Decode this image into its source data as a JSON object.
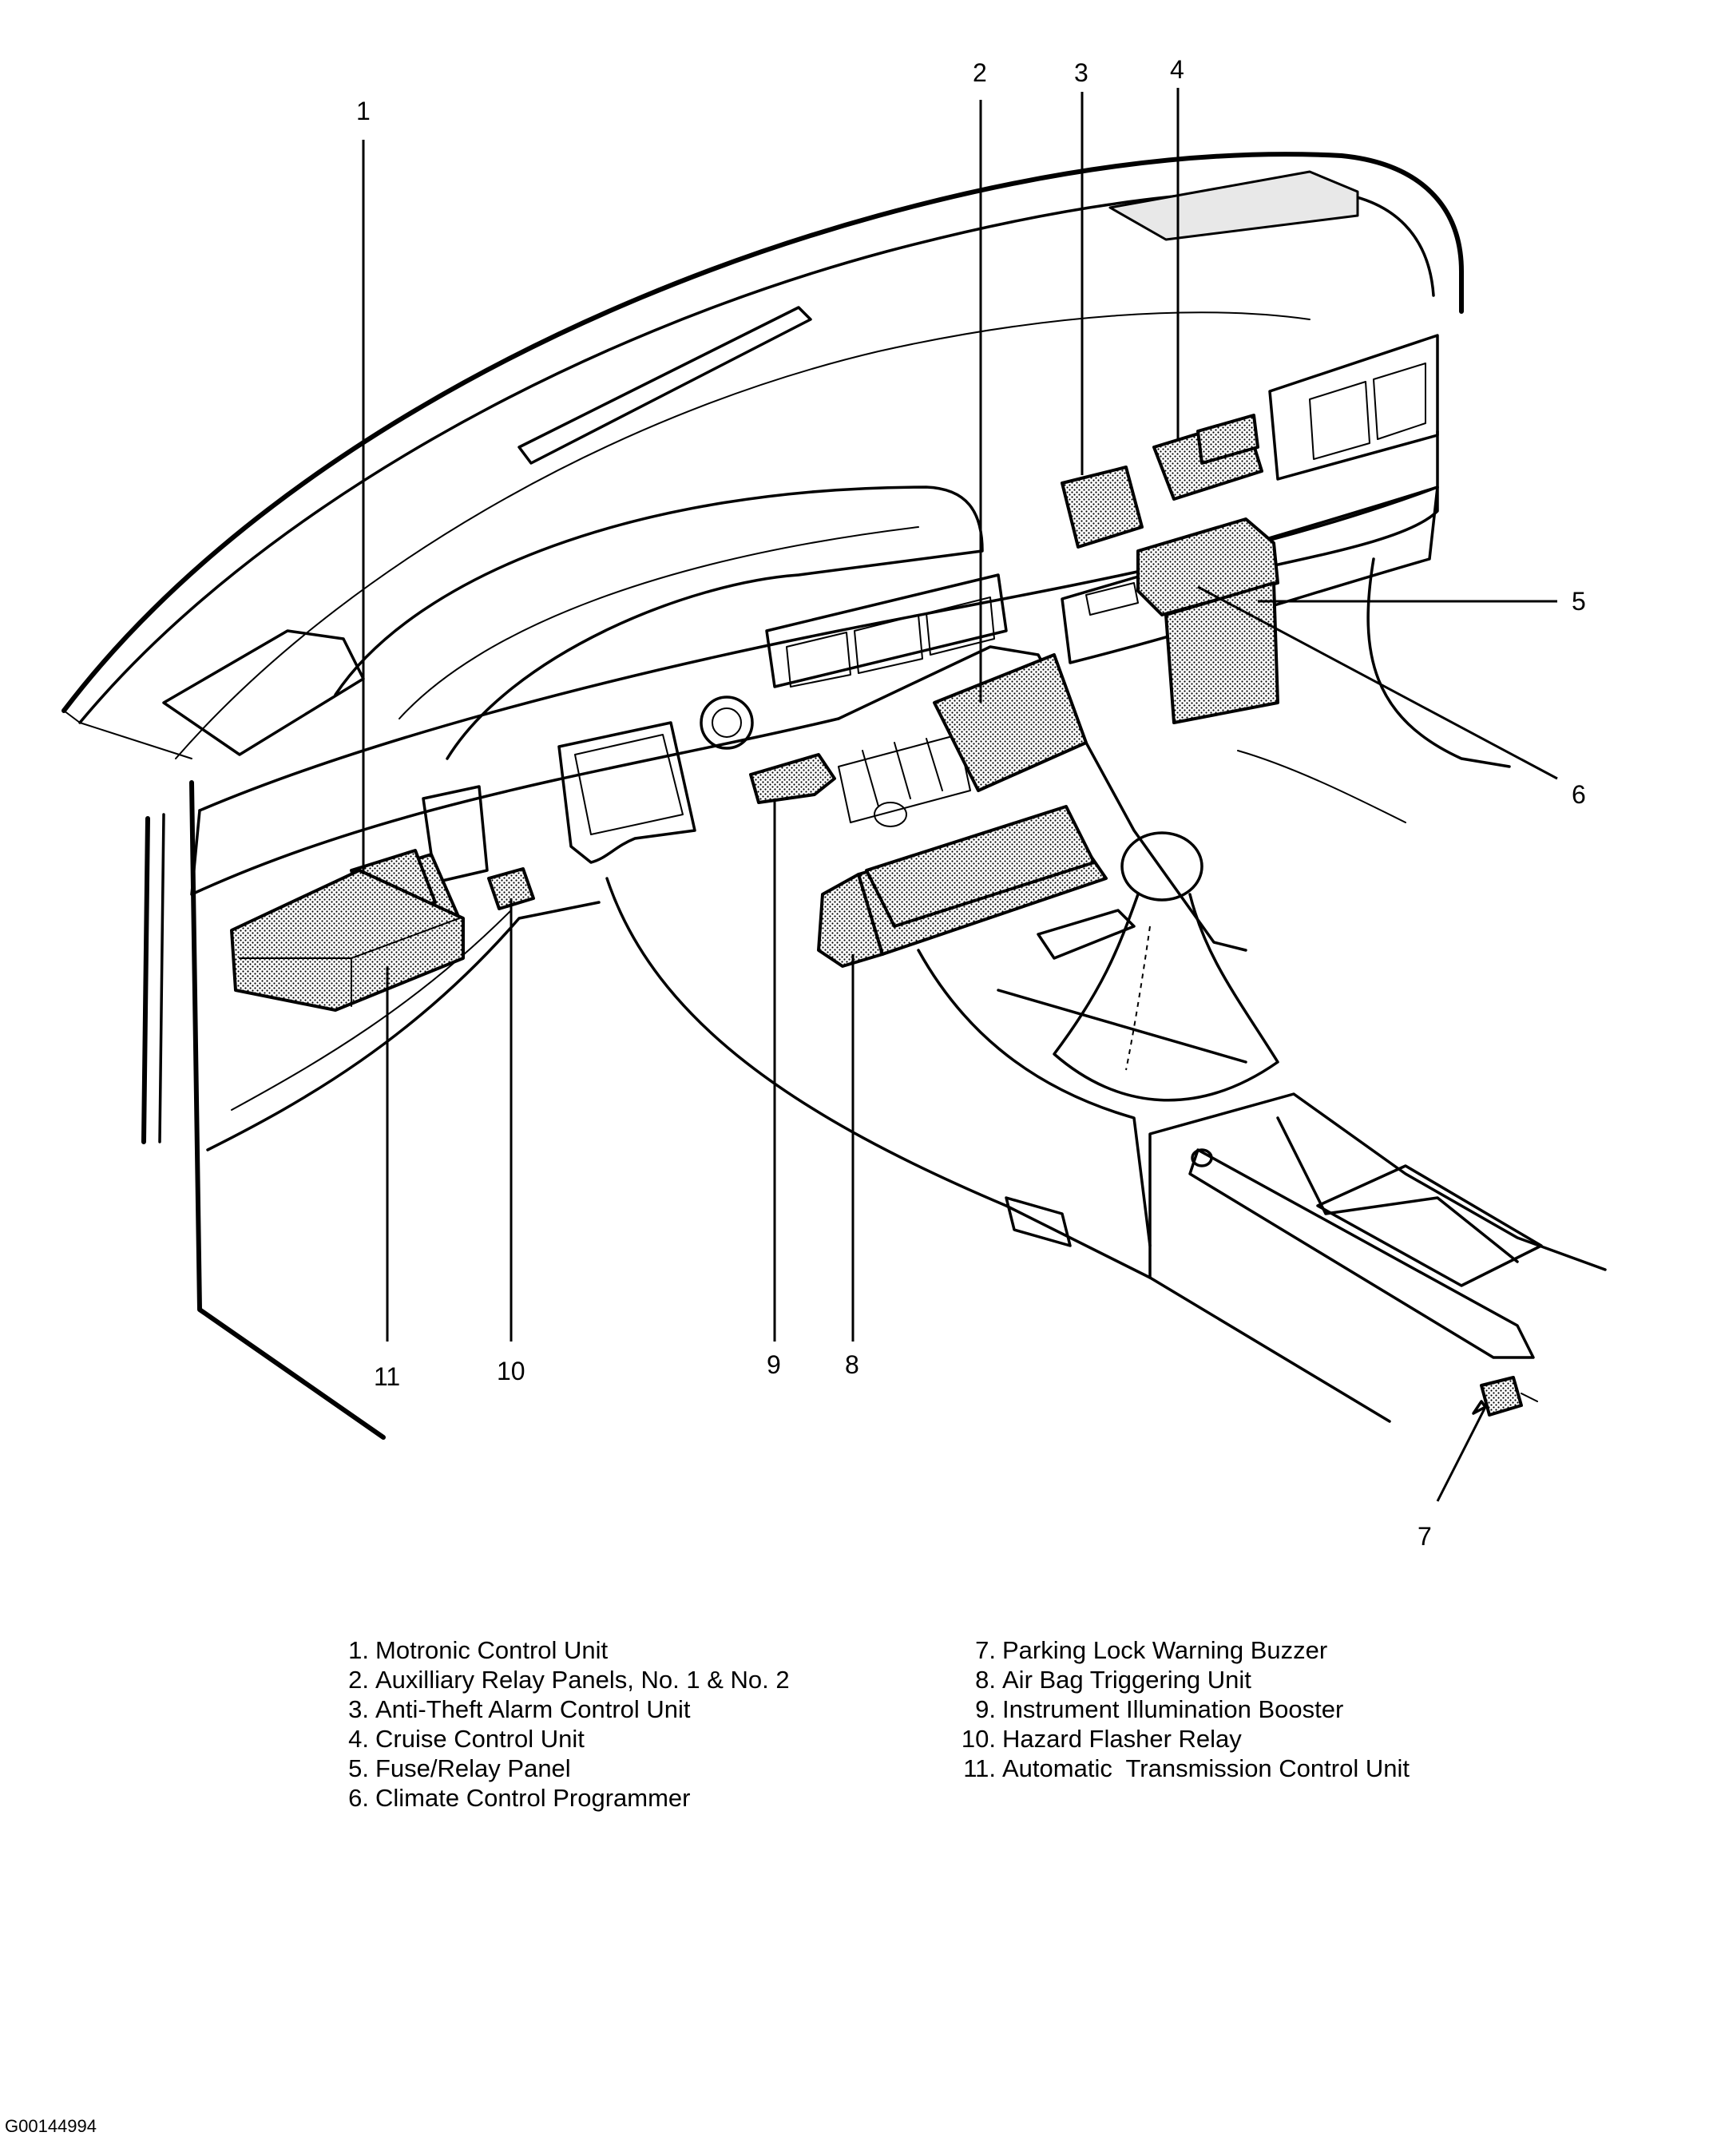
{
  "callouts": [
    {
      "num": "1"
    },
    {
      "num": "2"
    },
    {
      "num": "3"
    },
    {
      "num": "4"
    },
    {
      "num": "5"
    },
    {
      "num": "6"
    },
    {
      "num": "7"
    },
    {
      "num": "8"
    },
    {
      "num": "9"
    },
    {
      "num": "10"
    },
    {
      "num": "11"
    }
  ],
  "legend": {
    "left": [
      {
        "num": "1.",
        "text": "Motronic Control Unit"
      },
      {
        "num": "2.",
        "text": "Auxilliary Relay Panels, No. 1 & No. 2"
      },
      {
        "num": "3.",
        "text": "Anti-Theft Alarm Control Unit"
      },
      {
        "num": "4.",
        "text": "Cruise Control Unit"
      },
      {
        "num": "5.",
        "text": "Fuse/Relay Panel"
      },
      {
        "num": "6.",
        "text": "Climate Control Programmer"
      }
    ],
    "right": [
      {
        "num": "7.",
        "text": "Parking Lock Warning Buzzer"
      },
      {
        "num": "8.",
        "text": "Air Bag Triggering Unit"
      },
      {
        "num": "9.",
        "text": "Instrument Illumination Booster"
      },
      {
        "num": "10.",
        "text": "Hazard Flasher Relay"
      },
      {
        "num": "11.",
        "text": "Automatic  Transmission Control Unit"
      }
    ]
  },
  "figure_id": "G00144994"
}
